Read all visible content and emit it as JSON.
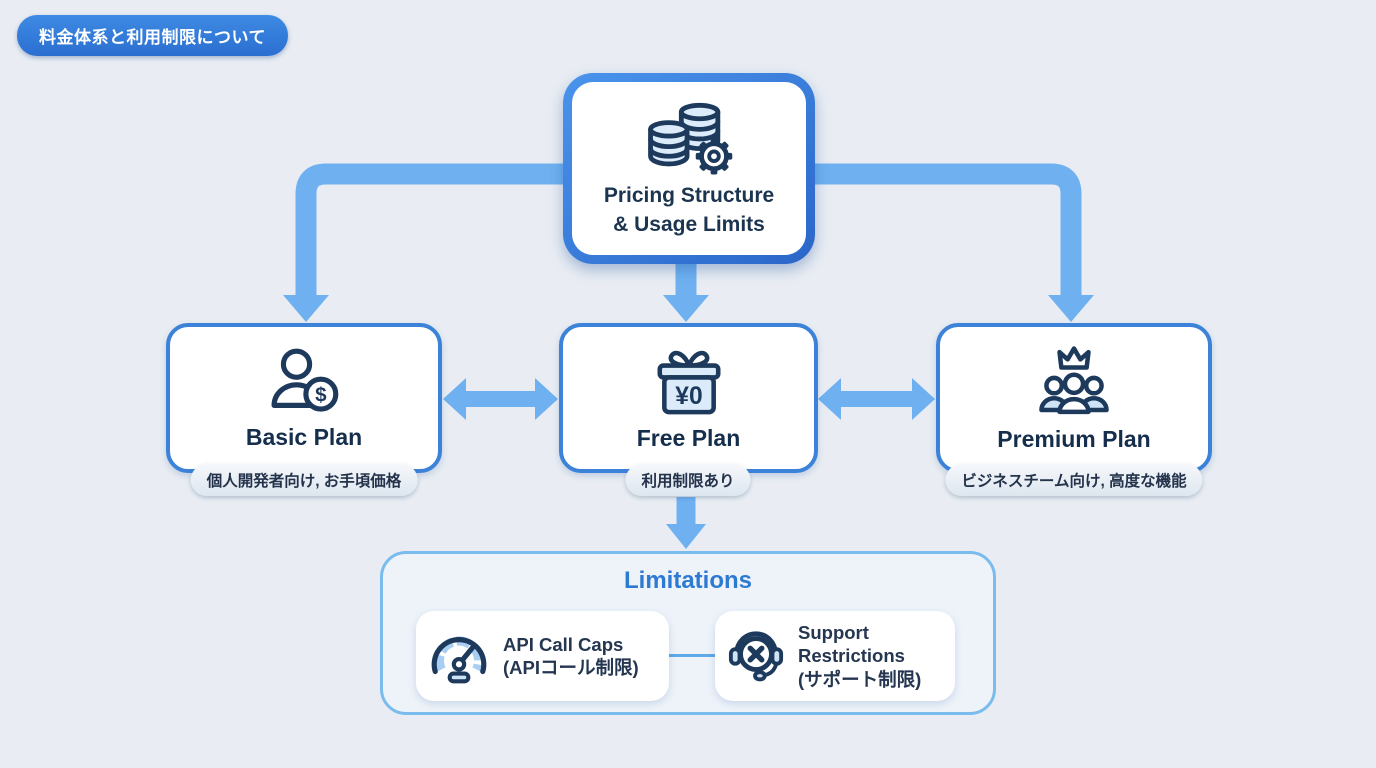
{
  "page": {
    "background": "#e9edf3",
    "accent_blue": "#2d7ad2",
    "arrow_color": "#6fb1f0",
    "node_border_blue": "#3b82d8",
    "icon_navy": "#1d3a5c"
  },
  "header_badge": {
    "label": "料金体系と利用制限について"
  },
  "root_node": {
    "icon": "coins-gear-icon",
    "title_line1": "Pricing Structure",
    "title_line2": "& Usage Limits"
  },
  "plans": [
    {
      "id": "basic",
      "label": "Basic Plan",
      "badge": "個人開発者向け, お手頃価格",
      "icon": "user-dollar-icon",
      "icon_currency": "$"
    },
    {
      "id": "free",
      "label": "Free Plan",
      "badge": "利用制限あり",
      "icon": "gift-icon",
      "gift_price": "¥0"
    },
    {
      "id": "premium",
      "label": "Premium Plan",
      "badge": "ビジネスチーム向け, 高度な機能",
      "icon": "crown-team-icon"
    }
  ],
  "limitations": {
    "title": "Limitations",
    "items": [
      {
        "icon": "gauge-icon",
        "line1": "API Call Caps",
        "line2": "(APIコール制限)",
        "line3": ""
      },
      {
        "icon": "headset-x-icon",
        "line1": "Support",
        "line2": "Restrictions",
        "line3": "(サポート制限)"
      }
    ]
  }
}
